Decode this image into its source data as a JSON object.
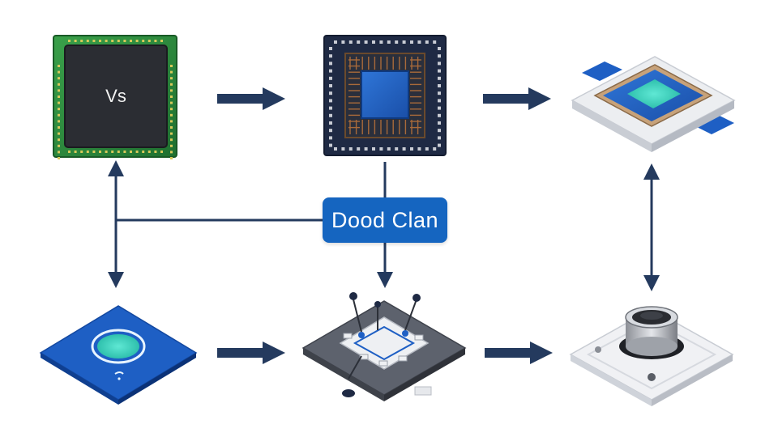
{
  "center_label": {
    "text": "Dood Clan"
  },
  "chip_label": {
    "text": "Vs"
  },
  "colors": {
    "arrow": "#243a5e",
    "label_bg": "#1565c0",
    "pcb_green": "#2a8a3a",
    "chip_dark": "#2b2d33",
    "die_blue": "#1e5fc4",
    "teal": "#3fd6c0",
    "navy": "#1f2a44",
    "light_gray": "#e6e8ec"
  },
  "components": [
    {
      "id": "green-chip",
      "icon": "integrated-circuit-icon"
    },
    {
      "id": "navy-chip",
      "icon": "processor-die-icon"
    },
    {
      "id": "heatspreader",
      "icon": "heat-spreader-icon"
    },
    {
      "id": "blue-pad",
      "icon": "sensor-pad-icon"
    },
    {
      "id": "probe-board",
      "icon": "probe-assembly-icon"
    },
    {
      "id": "lens-module",
      "icon": "camera-module-icon"
    }
  ]
}
